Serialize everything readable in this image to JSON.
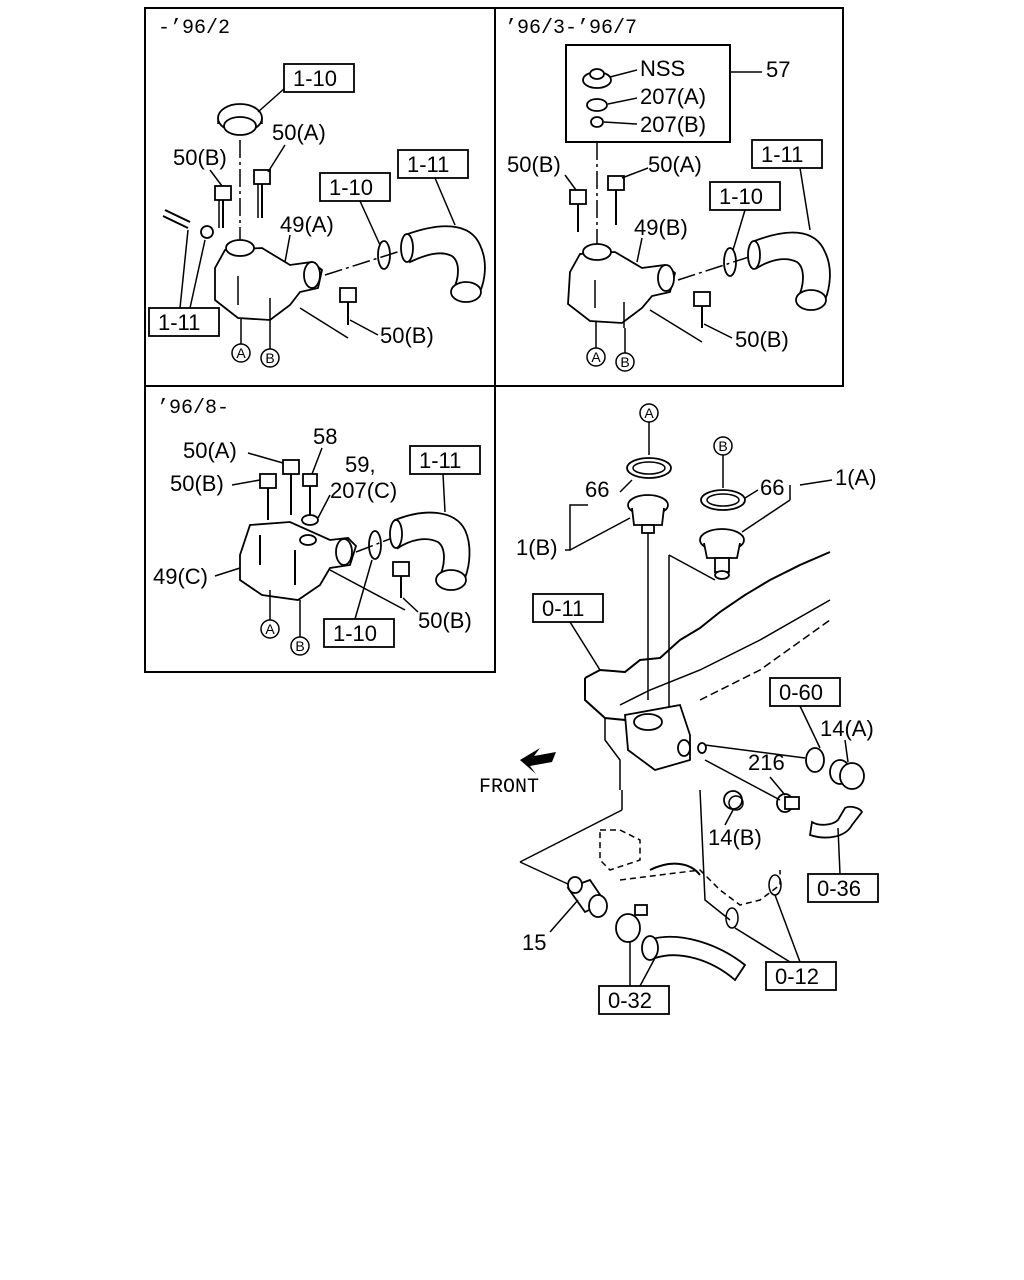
{
  "panels": {
    "p1": {
      "header": "-’96/2"
    },
    "p2": {
      "header": "’96/3-’96/7"
    },
    "p3": {
      "header": "’96/8-"
    }
  },
  "refs": {
    "r_1_10": "1-10",
    "r_1_11": "1-11",
    "r_0_11": "0-11",
    "r_0_60": "0-60",
    "r_0_36": "0-36",
    "r_0_12": "0-12",
    "r_0_32": "0-32"
  },
  "labels": {
    "l50a": "50(A)",
    "l50b": "50(B)",
    "l49a": "49(A)",
    "l49b": "49(B)",
    "l49c": "49(C)",
    "nss": "NSS",
    "l207a": "207(A)",
    "l207b": "207(B)",
    "l207c": "207(C)",
    "l57": "57",
    "l58": "58",
    "l59": "59,",
    "l66": "66",
    "l1a": "1(A)",
    "l1b": "1(B)",
    "l14a": "14(A)",
    "l14b": "14(B)",
    "l216": "216",
    "l15": "15",
    "front": "FRONT"
  },
  "markers": {
    "a": "A",
    "b": "B"
  }
}
